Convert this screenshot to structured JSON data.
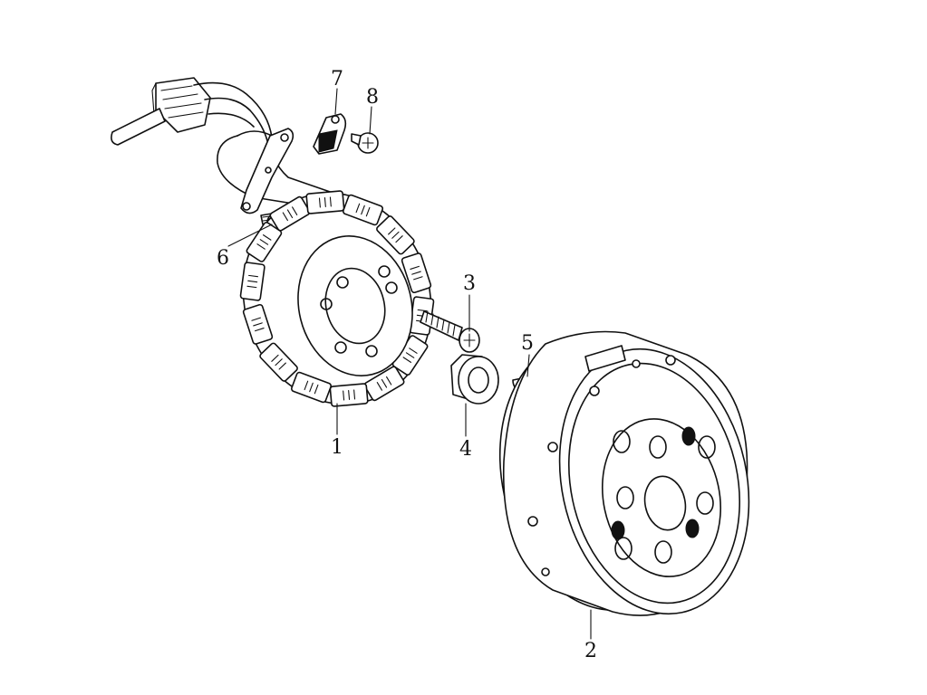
{
  "callouts": {
    "stator": "1",
    "flywheel": "2",
    "bolt": "3",
    "nut": "4",
    "key": "5",
    "screw_6": "6",
    "clamp": "7",
    "screw_8": "8"
  }
}
